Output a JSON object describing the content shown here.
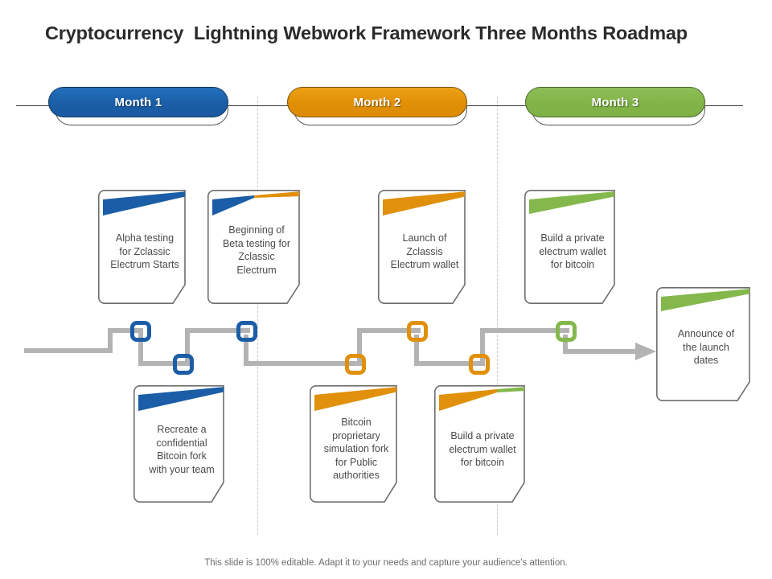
{
  "slide": {
    "title": "Cryptocurrency  Lightning Webwork Framework Three Months Roadmap",
    "footer": "This slide is 100% editable. Adapt it to your needs and capture your audience's attention."
  },
  "colors": {
    "blue": "#1b5da6",
    "orange": "#e0900b",
    "green": "#84b84c",
    "connector_grey": "#b3b3b3",
    "card_border": "#6e6e6e",
    "text": "#4a4a4a",
    "title": "#2b2b2b",
    "divider": "#c9c9c9"
  },
  "timeline": {
    "months": [
      {
        "label": "Month 1",
        "color": "blue"
      },
      {
        "label": "Month 2",
        "color": "orange"
      },
      {
        "label": "Month 3",
        "color": "green"
      }
    ]
  },
  "milestones": {
    "top_row": [
      {
        "text": "Alpha testing\nfor Zclassic\nElectrum Starts",
        "ribbon": "blue"
      },
      {
        "text": "Beginning of\nBeta testing for\nZclassic\nElectrum",
        "ribbon": "blue-orange"
      },
      {
        "text": "Launch of\nZclassis\nElectrum wallet",
        "ribbon": "orange"
      },
      {
        "text": "Build a private\nelectrum wallet\nfor bitcoin",
        "ribbon": "green"
      }
    ],
    "bottom_row": [
      {
        "text": "Recreate a\nconfidential\nBitcoin fork\nwith your team",
        "ribbon": "blue"
      },
      {
        "text": "Bitcoin\nproprietary\nsimulation fork\nfor Public\nauthorities",
        "ribbon": "orange"
      },
      {
        "text": "Build a private\nelectrum wallet\nfor bitcoin",
        "ribbon": "orange-green"
      }
    ],
    "final": {
      "text": "Announce of\nthe launch\ndates",
      "ribbon": "green"
    }
  },
  "connector": {
    "markers": [
      {
        "color": "blue",
        "level": "upper"
      },
      {
        "color": "blue",
        "level": "lower"
      },
      {
        "color": "blue",
        "level": "upper"
      },
      {
        "color": "orange",
        "level": "lower"
      },
      {
        "color": "orange",
        "level": "upper"
      },
      {
        "color": "orange",
        "level": "lower"
      },
      {
        "color": "green",
        "level": "upper"
      }
    ],
    "arrow_direction": "right"
  }
}
